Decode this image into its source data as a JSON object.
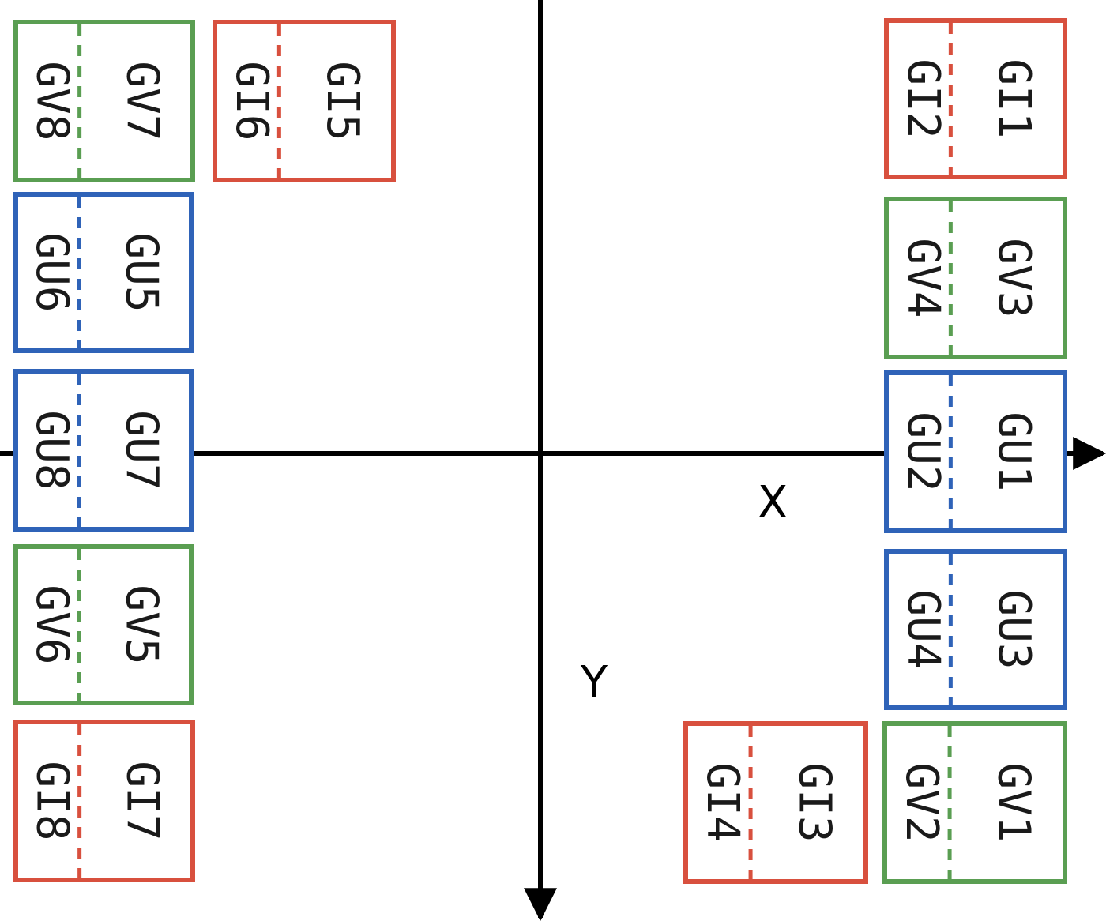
{
  "colors": {
    "red": "#d8503e",
    "green": "#5a9e52",
    "blue": "#2f63b8",
    "axis": "#000000",
    "background": "#ffffff"
  },
  "axes": {
    "x_label": "X",
    "y_label": "Y"
  },
  "boxes": [
    {
      "id": "gv7-gv8",
      "color": "green",
      "upper": "GV7",
      "lower": "GV8"
    },
    {
      "id": "gi5-gi6",
      "color": "red",
      "upper": "GI5",
      "lower": "GI6"
    },
    {
      "id": "gu5-gu6",
      "color": "blue",
      "upper": "GU5",
      "lower": "GU6"
    },
    {
      "id": "gu7-gu8",
      "color": "blue",
      "upper": "GU7",
      "lower": "GU8"
    },
    {
      "id": "gv5-gv6",
      "color": "green",
      "upper": "GV5",
      "lower": "GV6"
    },
    {
      "id": "gi7-gi8",
      "color": "red",
      "upper": "GI7",
      "lower": "GI8"
    },
    {
      "id": "gi1-gi2",
      "color": "red",
      "upper": "GI1",
      "lower": "GI2"
    },
    {
      "id": "gv3-gv4",
      "color": "green",
      "upper": "GV3",
      "lower": "GV4"
    },
    {
      "id": "gu1-gu2",
      "color": "blue",
      "upper": "GU1",
      "lower": "GU2"
    },
    {
      "id": "gu3-gu4",
      "color": "blue",
      "upper": "GU3",
      "lower": "GU4"
    },
    {
      "id": "gi3-gi4",
      "color": "red",
      "upper": "GI3",
      "lower": "GI4"
    },
    {
      "id": "gv1-gv2",
      "color": "green",
      "upper": "GV1",
      "lower": "GV2"
    }
  ]
}
